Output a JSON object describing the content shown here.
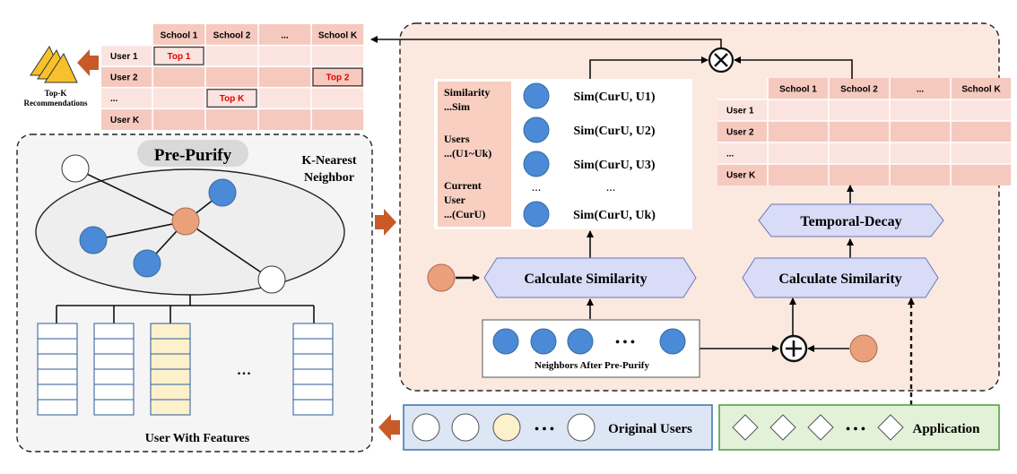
{
  "colors": {
    "blue_node": "#4a8ad6",
    "orange_node": "#eba07c",
    "yellow_cell": "#fdf1cc",
    "pink_header": "#f6c9bf",
    "pink_row": "#fbe4df",
    "panel_bg": "#fbe8df",
    "lavender": "#d8dcf6",
    "original_bg": "#dce6f4",
    "application_bg": "#e3f1d9",
    "arrow_orange": "#c85a28",
    "red_text": "#e00000"
  },
  "recommendations": {
    "label": "Top-K Recommendations"
  },
  "top_table": {
    "columns": [
      "School 1",
      "School 2",
      "...",
      "School K"
    ],
    "rows": [
      "User 1",
      "User 2",
      "...",
      "User K"
    ],
    "marks": [
      {
        "row": 0,
        "col": 0,
        "text": "Top 1"
      },
      {
        "row": 1,
        "col": 3,
        "text": "Top 2"
      },
      {
        "row": 2,
        "col": 1,
        "text": "Top K"
      }
    ]
  },
  "left_panel": {
    "pre_purify": "Pre-Purify",
    "knn_line1": "K-Nearest",
    "knn_line2": "Neighbor",
    "ellipsis": "...",
    "footer": "User With Features"
  },
  "sim_list": {
    "side_labels": [
      {
        "line1": "Similarity",
        "line2": "...Sim"
      },
      {
        "line1": "Users",
        "line2": "...(U1~Uk)"
      },
      {
        "line1": "Current",
        "line2": "User",
        "line3": "...(CurU)"
      }
    ],
    "items": [
      "Sim(CurU, U1)",
      "Sim(CurU, U2)",
      "Sim(CurU, U3)",
      "Sim(CurU, Uk)"
    ],
    "dots_left": "...",
    "dots_right": "..."
  },
  "right_table": {
    "columns": [
      "School 1",
      "School 2",
      "...",
      "School K"
    ],
    "rows": [
      "User 1",
      "User 2",
      "...",
      "User K"
    ]
  },
  "temporal_decay": "Temporal-Decay",
  "calc_sim_left": "Calculate Similarity",
  "calc_sim_right": "Calculate Similarity",
  "neighbors_label": "Neighbors After Pre-Purify",
  "neighbors_dots": "• • •",
  "original_users": {
    "label": "Original Users",
    "dots": "• • •"
  },
  "application": {
    "label": "Application",
    "dots": "• • •"
  }
}
